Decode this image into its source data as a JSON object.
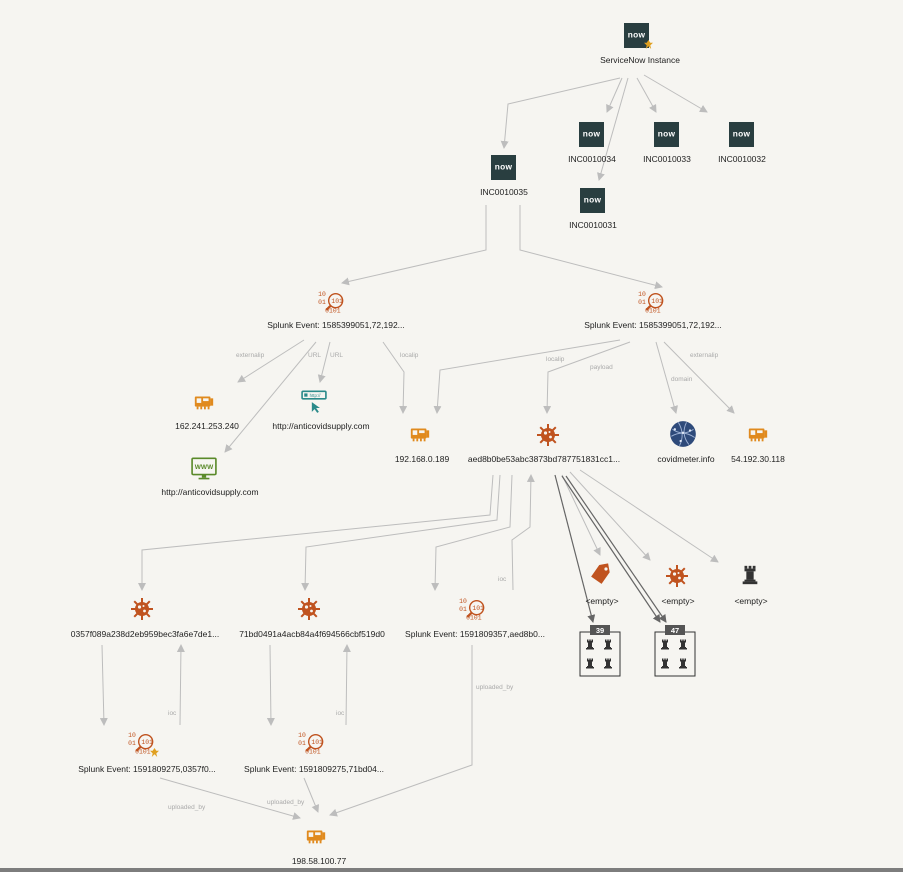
{
  "nodes": {
    "servicenow_instance": {
      "label": "ServiceNow Instance",
      "icon": "servicenow-logo-icon",
      "icon_text": "now"
    },
    "inc35": {
      "label": "INC0010035",
      "icon": "servicenow-logo-icon",
      "icon_text": "now"
    },
    "inc34": {
      "label": "INC0010034",
      "icon": "servicenow-logo-icon",
      "icon_text": "now"
    },
    "inc33": {
      "label": "INC0010033",
      "icon": "servicenow-logo-icon",
      "icon_text": "now"
    },
    "inc32": {
      "label": "INC0010032",
      "icon": "servicenow-logo-icon",
      "icon_text": "now"
    },
    "inc31": {
      "label": "INC0010031",
      "icon": "servicenow-logo-icon",
      "icon_text": "now"
    },
    "splunk_left": {
      "label": "Splunk Event: 1585399051,72,192...",
      "icon": "splunk-event-icon"
    },
    "splunk_right": {
      "label": "Splunk Event: 1585399051,72,192...",
      "icon": "splunk-event-icon"
    },
    "ip_162": {
      "label": "162.241.253.240",
      "icon": "ip-address-icon"
    },
    "url_anticovid": {
      "label": "http://anticovidsupply.com",
      "icon": "url-icon"
    },
    "www_anticovid": {
      "label": "http://anticovidsupply.com",
      "icon": "www-icon"
    },
    "ip_192": {
      "label": "192.168.0.189",
      "icon": "ip-address-icon"
    },
    "hash_aed": {
      "label": "aed8b0be53abc3873bd787751831cc1...",
      "icon": "malware-hash-icon"
    },
    "domain_covid": {
      "label": "covidmeter.info",
      "icon": "domain-globe-icon"
    },
    "ip_54": {
      "label": "54.192.30.118",
      "icon": "ip-address-icon"
    },
    "hash_0357": {
      "label": "0357f089a238d2eb959bec3fa6e7de1...",
      "icon": "malware-hash-icon"
    },
    "hash_71bd": {
      "label": "71bd0491a4acb84a4f694566cbf519d0",
      "icon": "malware-hash-icon"
    },
    "splunk_159a": {
      "label": "Splunk Event: 1591809357,aed8b0...",
      "icon": "splunk-event-icon"
    },
    "empty_tag": {
      "label": "<empty>",
      "icon": "tag-icon"
    },
    "empty_malware": {
      "label": "<empty>",
      "icon": "malware-hash-icon"
    },
    "empty_rook": {
      "label": "<empty>",
      "icon": "rook-icon"
    },
    "group_39": {
      "count": "39",
      "icon": "rook-group-icon"
    },
    "group_47": {
      "count": "47",
      "icon": "rook-group-icon"
    },
    "splunk_0357": {
      "label": "Splunk Event: 1591809275,0357f0...",
      "icon": "splunk-event-icon"
    },
    "splunk_71bd": {
      "label": "Splunk Event: 1591809275,71bd04...",
      "icon": "splunk-event-icon"
    },
    "ip_198": {
      "label": "198.58.100.77",
      "icon": "ip-address-icon"
    }
  },
  "edge_labels": {
    "externalip_left": "externalip",
    "url_1": "URL",
    "url_2": "URL",
    "localip_left": "localip",
    "localip_right": "localip",
    "payload": "payload",
    "domain": "domain",
    "externalip_right": "externalip",
    "ioc_splunk159": "ioc",
    "uploaded_by_159": "uploaded_by",
    "ioc_0357": "ioc",
    "ioc_71bd": "ioc",
    "uploaded_by_0357": "uploaded_by",
    "uploaded_by_71bd": "uploaded_by"
  },
  "colors": {
    "servicenow_bg": "#293e40",
    "servicenow_text": "#ffffff",
    "accent_orange": "#c0531f",
    "ip_gold": "#e08a1e",
    "url_teal": "#2a8a8a",
    "www_green": "#5a8a2a",
    "domain_blue": "#2e4a7a",
    "edge_gray": "#bdbdbd",
    "edge_dark": "#666666",
    "rook_black": "#333333",
    "background": "#f6f5f1"
  }
}
